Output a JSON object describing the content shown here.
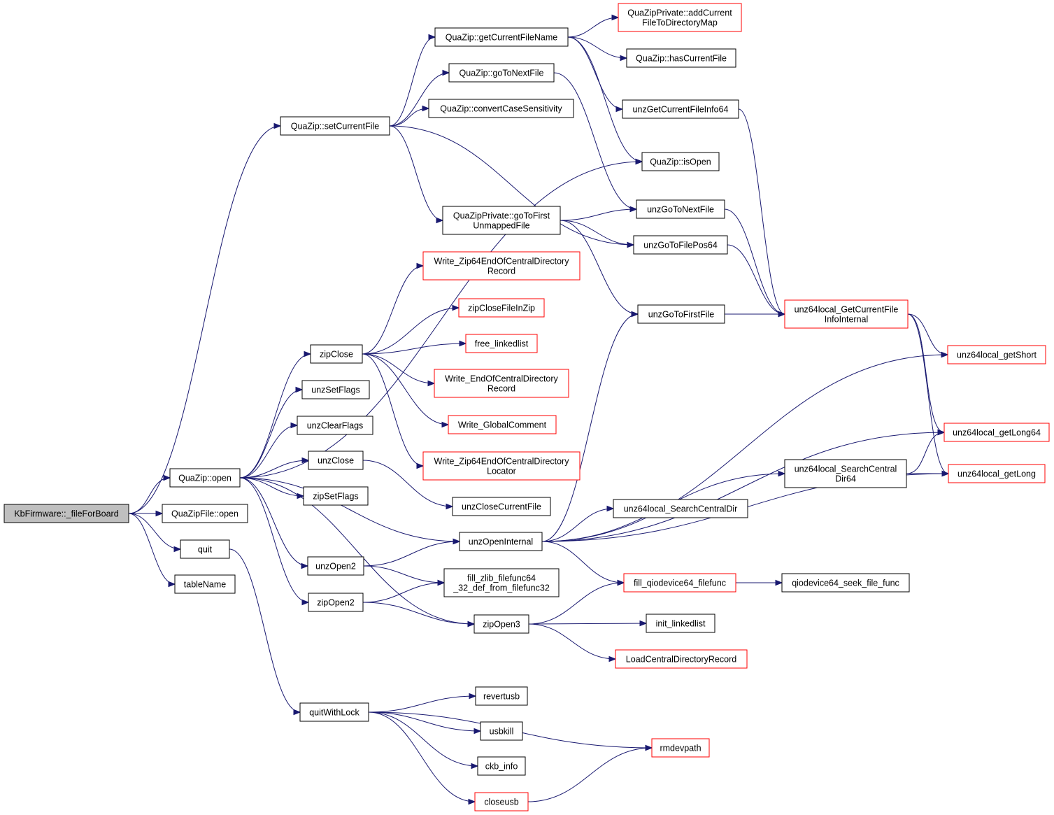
{
  "colors": {
    "edge": "#191970",
    "border_default": "#000000",
    "border_truncated": "#ff0000",
    "root_fill": "#bfbfbf",
    "node_fill": "#ffffff"
  },
  "nodes": [
    {
      "id": "root",
      "lines": [
        "KbFirmware::_fileForBoard"
      ],
      "style": "root"
    },
    {
      "id": "quazip_open",
      "lines": [
        "QuaZip::open"
      ],
      "style": "normal"
    },
    {
      "id": "quazipfile_open",
      "lines": [
        "QuaZipFile::open"
      ],
      "style": "normal"
    },
    {
      "id": "quit",
      "lines": [
        "quit"
      ],
      "style": "normal"
    },
    {
      "id": "tablename",
      "lines": [
        "tableName"
      ],
      "style": "normal"
    },
    {
      "id": "setcurrentfile",
      "lines": [
        "QuaZip::setCurrentFile"
      ],
      "style": "normal"
    },
    {
      "id": "getcurrentfilename",
      "lines": [
        "QuaZip::getCurrentFileName"
      ],
      "style": "normal"
    },
    {
      "id": "addcurrentfile",
      "lines": [
        "QuaZipPrivate::addCurrent",
        "FileToDirectoryMap"
      ],
      "style": "truncated"
    },
    {
      "id": "hascurrentfile",
      "lines": [
        "QuaZip::hasCurrentFile"
      ],
      "style": "normal"
    },
    {
      "id": "gotonextfile",
      "lines": [
        "QuaZip::goToNextFile"
      ],
      "style": "normal"
    },
    {
      "id": "convertcase",
      "lines": [
        "QuaZip::convertCaseSensitivity"
      ],
      "style": "normal"
    },
    {
      "id": "unzgetcurrentfileinfo64",
      "lines": [
        "unzGetCurrentFileInfo64"
      ],
      "style": "normal"
    },
    {
      "id": "isopen",
      "lines": [
        "QuaZip::isOpen"
      ],
      "style": "normal"
    },
    {
      "id": "gotofirstunmapped",
      "lines": [
        "QuaZipPrivate::goToFirst",
        "UnmappedFile"
      ],
      "style": "normal"
    },
    {
      "id": "unzgotonextfile",
      "lines": [
        "unzGoToNextFile"
      ],
      "style": "normal"
    },
    {
      "id": "unzgotofilepos64",
      "lines": [
        "unzGoToFilePos64"
      ],
      "style": "normal"
    },
    {
      "id": "write_zip64_record",
      "lines": [
        "Write_Zip64EndOfCentralDirectory",
        "Record"
      ],
      "style": "truncated"
    },
    {
      "id": "zipclosefileinzip",
      "lines": [
        "zipCloseFileInZip"
      ],
      "style": "truncated"
    },
    {
      "id": "unzgotofirstfile",
      "lines": [
        "unzGoToFirstFile"
      ],
      "style": "normal"
    },
    {
      "id": "getcurrentfileinfointernal",
      "lines": [
        "unz64local_GetCurrentFile",
        "InfoInternal"
      ],
      "style": "truncated"
    },
    {
      "id": "zipclose",
      "lines": [
        "zipClose"
      ],
      "style": "normal"
    },
    {
      "id": "free_linkedlist",
      "lines": [
        "free_linkedlist"
      ],
      "style": "truncated"
    },
    {
      "id": "getshort",
      "lines": [
        "unz64local_getShort"
      ],
      "style": "truncated"
    },
    {
      "id": "write_endofcentral",
      "lines": [
        "Write_EndOfCentralDirectory",
        "Record"
      ],
      "style": "truncated"
    },
    {
      "id": "unzsetflags",
      "lines": [
        "unzSetFlags"
      ],
      "style": "normal"
    },
    {
      "id": "write_globalcomment",
      "lines": [
        "Write_GlobalComment"
      ],
      "style": "truncated"
    },
    {
      "id": "unzclearflags",
      "lines": [
        "unzClearFlags"
      ],
      "style": "normal"
    },
    {
      "id": "getlong64",
      "lines": [
        "unz64local_getLong64"
      ],
      "style": "truncated"
    },
    {
      "id": "write_zip64_locator",
      "lines": [
        "Write_Zip64EndOfCentralDirectory",
        "Locator"
      ],
      "style": "truncated"
    },
    {
      "id": "unzclose",
      "lines": [
        "unzClose"
      ],
      "style": "normal"
    },
    {
      "id": "searchcentraldir64",
      "lines": [
        "unz64local_SearchCentral",
        "Dir64"
      ],
      "style": "normal"
    },
    {
      "id": "getlong",
      "lines": [
        "unz64local_getLong"
      ],
      "style": "truncated"
    },
    {
      "id": "zipsetflags",
      "lines": [
        "zipSetFlags"
      ],
      "style": "normal"
    },
    {
      "id": "unzclosecurrentfile",
      "lines": [
        "unzCloseCurrentFile"
      ],
      "style": "normal"
    },
    {
      "id": "searchcentraldir",
      "lines": [
        "unz64local_SearchCentralDir"
      ],
      "style": "normal"
    },
    {
      "id": "unzopeninternal",
      "lines": [
        "unzOpenInternal"
      ],
      "style": "normal"
    },
    {
      "id": "unzopen2",
      "lines": [
        "unzOpen2"
      ],
      "style": "normal"
    },
    {
      "id": "fill_zlib",
      "lines": [
        "fill_zlib_filefunc64",
        "_32_def_from_filefunc32"
      ],
      "style": "normal"
    },
    {
      "id": "fill_qiodevice",
      "lines": [
        "fill_qiodevice64_filefunc"
      ],
      "style": "truncated"
    },
    {
      "id": "qiodevice_seek",
      "lines": [
        "qiodevice64_seek_file_func"
      ],
      "style": "normal"
    },
    {
      "id": "zipopen2",
      "lines": [
        "zipOpen2"
      ],
      "style": "normal"
    },
    {
      "id": "zipopen3",
      "lines": [
        "zipOpen3"
      ],
      "style": "normal"
    },
    {
      "id": "init_linkedlist",
      "lines": [
        "init_linkedlist"
      ],
      "style": "normal"
    },
    {
      "id": "loadcentral",
      "lines": [
        "LoadCentralDirectoryRecord"
      ],
      "style": "truncated"
    },
    {
      "id": "revertusb",
      "lines": [
        "revertusb"
      ],
      "style": "normal"
    },
    {
      "id": "quitwithlock",
      "lines": [
        "quitWithLock"
      ],
      "style": "normal"
    },
    {
      "id": "usbkill",
      "lines": [
        "usbkill"
      ],
      "style": "normal"
    },
    {
      "id": "rmdevpath",
      "lines": [
        "rmdevpath"
      ],
      "style": "truncated"
    },
    {
      "id": "ckb_info",
      "lines": [
        "ckb_info"
      ],
      "style": "normal"
    },
    {
      "id": "closeusb",
      "lines": [
        "closeusb"
      ],
      "style": "truncated"
    }
  ],
  "edges": [
    [
      "root",
      "setcurrentfile"
    ],
    [
      "root",
      "quazip_open"
    ],
    [
      "root",
      "quazipfile_open"
    ],
    [
      "root",
      "quit"
    ],
    [
      "root",
      "tablename"
    ],
    [
      "setcurrentfile",
      "getcurrentfilename"
    ],
    [
      "setcurrentfile",
      "gotonextfile"
    ],
    [
      "setcurrentfile",
      "convertcase"
    ],
    [
      "setcurrentfile",
      "gotofirstunmapped"
    ],
    [
      "setcurrentfile",
      "unzgotofilepos64"
    ],
    [
      "getcurrentfilename",
      "addcurrentfile"
    ],
    [
      "getcurrentfilename",
      "hascurrentfile"
    ],
    [
      "getcurrentfilename",
      "unzgetcurrentfileinfo64"
    ],
    [
      "getcurrentfilename",
      "isopen"
    ],
    [
      "gotonextfile",
      "unzgotonextfile"
    ],
    [
      "unzgetcurrentfileinfo64",
      "getcurrentfileinfointernal"
    ],
    [
      "gotofirstunmapped",
      "unzgotonextfile"
    ],
    [
      "gotofirstunmapped",
      "unzgotofilepos64"
    ],
    [
      "gotofirstunmapped",
      "unzgotofirstfile"
    ],
    [
      "unzgotonextfile",
      "getcurrentfileinfointernal"
    ],
    [
      "unzgotofilepos64",
      "getcurrentfileinfointernal"
    ],
    [
      "unzgotofirstfile",
      "getcurrentfileinfointernal"
    ],
    [
      "getcurrentfileinfointernal",
      "getshort"
    ],
    [
      "getcurrentfileinfointernal",
      "getlong64"
    ],
    [
      "getcurrentfileinfointernal",
      "getlong"
    ],
    [
      "quazip_open",
      "isopen"
    ],
    [
      "quazip_open",
      "zipclose"
    ],
    [
      "quazip_open",
      "unzsetflags"
    ],
    [
      "quazip_open",
      "unzclearflags"
    ],
    [
      "quazip_open",
      "unzclose"
    ],
    [
      "quazip_open",
      "zipsetflags"
    ],
    [
      "quazip_open",
      "unzopeninternal"
    ],
    [
      "quazip_open",
      "unzopen2"
    ],
    [
      "quazip_open",
      "zipopen2"
    ],
    [
      "quazip_open",
      "zipopen3"
    ],
    [
      "zipclose",
      "write_zip64_record"
    ],
    [
      "zipclose",
      "zipclosefileinzip"
    ],
    [
      "zipclose",
      "free_linkedlist"
    ],
    [
      "zipclose",
      "write_endofcentral"
    ],
    [
      "zipclose",
      "write_globalcomment"
    ],
    [
      "zipclose",
      "write_zip64_locator"
    ],
    [
      "unzclose",
      "unzclosecurrentfile"
    ],
    [
      "unzopeninternal",
      "unzgotofirstfile"
    ],
    [
      "unzopeninternal",
      "getshort"
    ],
    [
      "unzopeninternal",
      "getlong64"
    ],
    [
      "unzopeninternal",
      "searchcentraldir64"
    ],
    [
      "unzopeninternal",
      "searchcentraldir"
    ],
    [
      "unzopeninternal",
      "getlong"
    ],
    [
      "unzopeninternal",
      "fill_qiodevice"
    ],
    [
      "searchcentraldir64",
      "getlong64"
    ],
    [
      "searchcentraldir64",
      "getlong"
    ],
    [
      "unzopen2",
      "unzopeninternal"
    ],
    [
      "unzopen2",
      "fill_zlib"
    ],
    [
      "zipopen2",
      "fill_zlib"
    ],
    [
      "zipopen2",
      "zipopen3"
    ],
    [
      "zipopen3",
      "fill_qiodevice"
    ],
    [
      "zipopen3",
      "init_linkedlist"
    ],
    [
      "zipopen3",
      "loadcentral"
    ],
    [
      "fill_qiodevice",
      "qiodevice_seek"
    ],
    [
      "quit",
      "quitwithlock"
    ],
    [
      "quitwithlock",
      "revertusb"
    ],
    [
      "quitwithlock",
      "usbkill"
    ],
    [
      "quitwithlock",
      "ckb_info"
    ],
    [
      "quitwithlock",
      "closeusb"
    ],
    [
      "quitwithlock",
      "rmdevpath"
    ],
    [
      "closeusb",
      "rmdevpath"
    ]
  ]
}
